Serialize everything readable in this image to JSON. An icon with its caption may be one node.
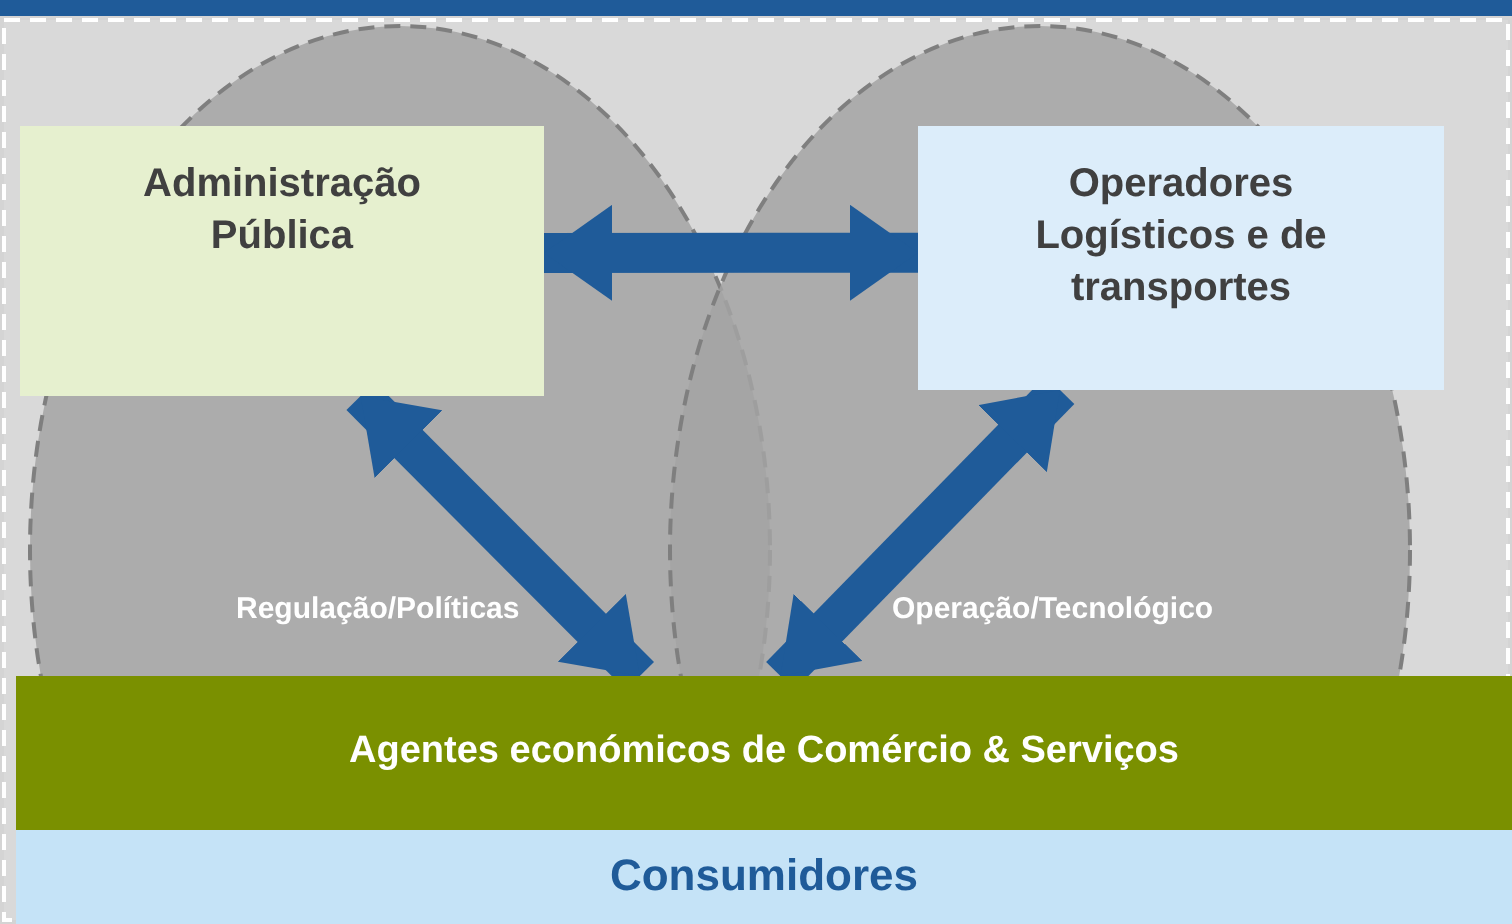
{
  "diagram": {
    "nodes": [
      {
        "text": [
          "Administração Pública"
        ]
      },
      {
        "text": [
          "Operadores Logísticos e de transportes"
        ]
      },
      {
        "text": [
          "Agentes económicos de Comércio & Serviços"
        ]
      },
      {
        "text": [
          "Consumidores"
        ]
      }
    ],
    "edges": [
      {
        "from": 0,
        "to": 1,
        "arrow": "both"
      },
      {
        "from": 0,
        "to": 2,
        "arrow": "both",
        "label": "Regulação/Políticas"
      },
      {
        "from": 1,
        "to": 2,
        "arrow": "both",
        "label": "Operação/Tecnológico"
      }
    ]
  }
}
